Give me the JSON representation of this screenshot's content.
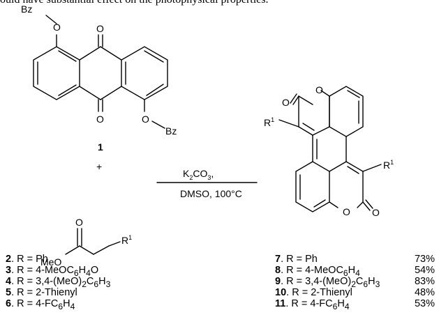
{
  "header_text": "ould have substantial effect on the photophysical properties.",
  "reactant1": {
    "number": "1",
    "protecting_group": "Bz",
    "oxygen": "O"
  },
  "plus_sign": "+",
  "reactant2": {
    "ester_methoxy": "MeO",
    "ester_oxygen": "O",
    "substituent": "R",
    "substituent_sup": "1"
  },
  "conditions": {
    "reagent": "K2CO3,",
    "solvent_temp": "DMSO, 100°C"
  },
  "product": {
    "substituent": "R",
    "substituent_sup": "1",
    "oxygen": "O"
  },
  "reactant_list": [
    {
      "num": "2",
      "text": ". R = Ph"
    },
    {
      "num": "3",
      "text": ". R = 4-MeOC6H4O"
    },
    {
      "num": "4",
      "text": ". R = 3,4-(MeO)2C6H3"
    },
    {
      "num": "5",
      "text": ". R = 2-Thienyl"
    },
    {
      "num": "6",
      "text": ". R = 4-FC6H4"
    }
  ],
  "product_list": [
    {
      "num": "7",
      "text": ". R = Ph",
      "yield": "73%"
    },
    {
      "num": "8",
      "text": ". R = 4-MeOC6H4",
      "yield": "54%"
    },
    {
      "num": "9",
      "text": ". R = 3,4-(MeO)2C6H3",
      "yield": "83%"
    },
    {
      "num": "10",
      "text": ". R = 2-Thienyl",
      "yield": "48%"
    },
    {
      "num": "11",
      "text": ". R = 4-FC6H4",
      "yield": "53%"
    }
  ]
}
